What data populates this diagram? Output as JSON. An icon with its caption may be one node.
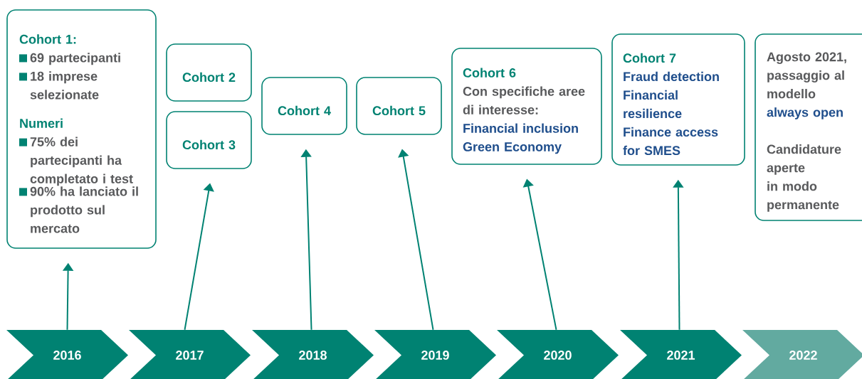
{
  "diagram": {
    "nodes": [
      {
        "text": [
          "Cohort 1:",
          "69 partecipanti",
          "18 imprese selezionate",
          "Numeri",
          "75% dei partecipanti ha completato i test",
          "90% ha lanciato il prodotto sul mercato"
        ]
      },
      {
        "text": [
          "Cohort 2"
        ]
      },
      {
        "text": [
          "Cohort 3"
        ]
      },
      {
        "text": [
          "Cohort 4"
        ]
      },
      {
        "text": [
          "Cohort 5"
        ]
      },
      {
        "text": [
          "Cohort 6",
          "Con specifiche aree di interesse:",
          "Financial inclusion",
          "Green Economy"
        ]
      },
      {
        "text": [
          "Cohort 7",
          "Fraud detection",
          "Financial resilience",
          "Finance access for SMES"
        ]
      },
      {
        "text": [
          "Agosto 2021, passaggio al modello",
          "always open",
          "Candidature aperte in modo permanente"
        ]
      },
      {
        "text": [
          "2016"
        ]
      },
      {
        "text": [
          "2017"
        ]
      },
      {
        "text": [
          "2018"
        ]
      },
      {
        "text": [
          "2019"
        ]
      },
      {
        "text": [
          "2020"
        ]
      },
      {
        "text": [
          "2021"
        ]
      },
      {
        "text": [
          "2022"
        ]
      }
    ],
    "edges": [
      {
        "from": 8,
        "to": 0,
        "arrow": "to"
      },
      {
        "from": 9,
        "to": 2,
        "arrow": "to"
      },
      {
        "from": 10,
        "to": 3,
        "arrow": "to"
      },
      {
        "from": 11,
        "to": 4,
        "arrow": "to"
      },
      {
        "from": 12,
        "to": 5,
        "arrow": "to"
      },
      {
        "from": 13,
        "to": 6,
        "arrow": "to"
      }
    ]
  }
}
